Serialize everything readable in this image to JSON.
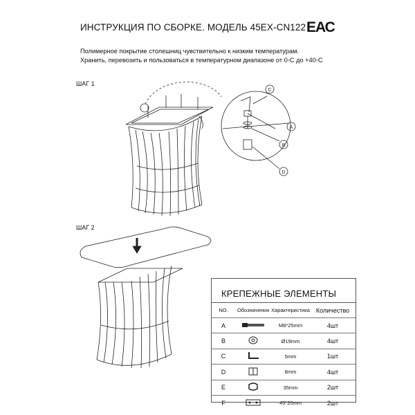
{
  "header": {
    "title": "ИНСТРУКЦИЯ ПО СБОРКЕ. МОДЕЛЬ 45EX-CN122",
    "cert_mark": "ЕАС"
  },
  "notes": [
    "Полимерное покрытие столешниц чувствительно к низким температурам.",
    "Хранить, перевозить и пользоваться в температурном диапазоне от 0◦С до +40◦С"
  ],
  "steps": {
    "step1": "ШАГ 1",
    "step2": "ШАГ 2"
  },
  "callouts": {
    "part_a": "A",
    "part_b": "B",
    "part_c": "C",
    "part_d": "D"
  },
  "fasteners": {
    "title": "КРЕПЕЖНЫЕ ЭЛЕМЕНТЫ",
    "headers": [
      "NO.",
      "Обозначения",
      "Характеристика",
      "Количество"
    ],
    "rows": [
      {
        "no": "A",
        "icon": "bolt-icon",
        "spec": "M8*25mm",
        "qty": "4шт"
      },
      {
        "no": "B",
        "icon": "washer-icon",
        "spec": "Ø19mm",
        "qty": "4шт"
      },
      {
        "no": "C",
        "icon": "hex-key-icon",
        "spec": "5mm",
        "qty": "1шт"
      },
      {
        "no": "D",
        "icon": "nut-icon",
        "spec": "8mm",
        "qty": "4шт"
      },
      {
        "no": "E",
        "icon": "clip-icon",
        "spec": "35mm",
        "qty": "2шт"
      },
      {
        "no": "F",
        "icon": "bracket-icon",
        "spec": "45*20mm",
        "qty": "2шт"
      }
    ]
  }
}
